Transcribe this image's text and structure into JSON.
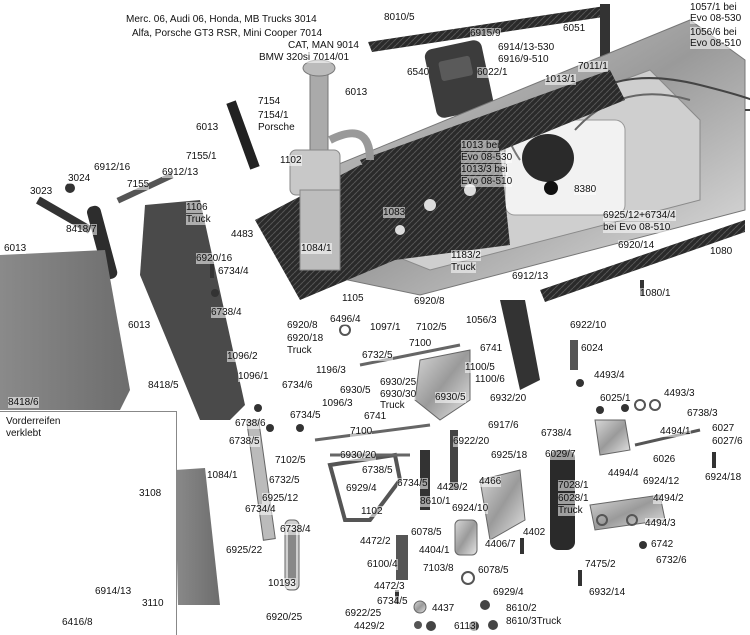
{
  "inset": {
    "title_line1": "Vorderreifen",
    "title_line2": "verklebt"
  },
  "parts": [
    {
      "id": "p8010_5",
      "text": "8010/5"
    },
    {
      "id": "p1057_1",
      "text": "1057/1 bei"
    },
    {
      "id": "p1057_1b",
      "text": "Evo 08-530"
    },
    {
      "id": "p1056_6",
      "text": "1056/6 bei"
    },
    {
      "id": "p1056_6b",
      "text": "Evo 08-510"
    },
    {
      "id": "pmerc",
      "text": "Merc. 06, Audi 06, Honda, MB Trucks 3014"
    },
    {
      "id": "palfa",
      "text": "Alfa, Porsche GT3 RSR, Mini Cooper 7014"
    },
    {
      "id": "pcat",
      "text": "CAT, MAN 9014"
    },
    {
      "id": "pbmw",
      "text": "BMW 320si 7014/01"
    },
    {
      "id": "p6915_9",
      "text": "6915/9"
    },
    {
      "id": "p6051",
      "text": "6051"
    },
    {
      "id": "p6914_13_530",
      "text": "6914/13-530"
    },
    {
      "id": "p6916_9_510",
      "text": "6916/9-510"
    },
    {
      "id": "p6540",
      "text": "6540"
    },
    {
      "id": "p6022_1",
      "text": "6022/1"
    },
    {
      "id": "p7011_1",
      "text": "7011/1"
    },
    {
      "id": "p1013_1",
      "text": "1013/1"
    },
    {
      "id": "p6013a",
      "text": "6013"
    },
    {
      "id": "p7154",
      "text": "7154"
    },
    {
      "id": "p7154_1",
      "text": "7154/1"
    },
    {
      "id": "pPorsche",
      "text": "Porsche"
    },
    {
      "id": "p6013b",
      "text": "6013"
    },
    {
      "id": "p7155_1",
      "text": "7155/1"
    },
    {
      "id": "p1102a",
      "text": "1102"
    },
    {
      "id": "p1013bei",
      "text": "1013 bei"
    },
    {
      "id": "pEvo530",
      "text": "Evo 08-530"
    },
    {
      "id": "p1013_3bei",
      "text": "1013/3 bei"
    },
    {
      "id": "pEvo510",
      "text": "Evo 08-510"
    },
    {
      "id": "p6912_16",
      "text": "6912/16"
    },
    {
      "id": "p3024",
      "text": "3024"
    },
    {
      "id": "p7155",
      "text": "7155"
    },
    {
      "id": "p6912_13a",
      "text": "6912/13"
    },
    {
      "id": "p3023",
      "text": "3023"
    },
    {
      "id": "p8380",
      "text": "8380"
    },
    {
      "id": "p1106",
      "text": "1106"
    },
    {
      "id": "pTruck1",
      "text": "Truck"
    },
    {
      "id": "p1083",
      "text": "1083"
    },
    {
      "id": "p8418_7",
      "text": "8418/7"
    },
    {
      "id": "p6925_12_6734_4",
      "text": "6925/12+6734/4"
    },
    {
      "id": "pbeiEvo510",
      "text": "bei Evo 08-510"
    },
    {
      "id": "p4483",
      "text": "4483"
    },
    {
      "id": "p1084_1a",
      "text": "1084/1"
    },
    {
      "id": "p6920_14",
      "text": "6920/14"
    },
    {
      "id": "p1080",
      "text": "1080"
    },
    {
      "id": "p6013c",
      "text": "6013"
    },
    {
      "id": "p6920_16",
      "text": "6920/16"
    },
    {
      "id": "p1183_2",
      "text": "1183/2"
    },
    {
      "id": "pTruck2",
      "text": "Truck"
    },
    {
      "id": "p6734_4a",
      "text": "6734/4"
    },
    {
      "id": "p6912_13b",
      "text": "6912/13"
    },
    {
      "id": "p1080_1",
      "text": "1080/1"
    },
    {
      "id": "p1105",
      "text": "1105"
    },
    {
      "id": "p6920_8a",
      "text": "6920/8"
    },
    {
      "id": "p6738_4a",
      "text": "6738/4"
    },
    {
      "id": "p6013d",
      "text": "6013"
    },
    {
      "id": "p6496_4",
      "text": "6496/4"
    },
    {
      "id": "p1097_1",
      "text": "1097/1"
    },
    {
      "id": "p7102_5a",
      "text": "7102/5"
    },
    {
      "id": "p1056_3",
      "text": "1056/3"
    },
    {
      "id": "p6922_10",
      "text": "6922/10"
    },
    {
      "id": "p6920_8b",
      "text": "6920/8"
    },
    {
      "id": "p6920_18",
      "text": "6920/18"
    },
    {
      "id": "pTruck3",
      "text": "Truck"
    },
    {
      "id": "p7100a",
      "text": "7100"
    },
    {
      "id": "p6741a",
      "text": "6741"
    },
    {
      "id": "p6024",
      "text": "6024"
    },
    {
      "id": "p1096_2",
      "text": "1096/2"
    },
    {
      "id": "p6732_5a",
      "text": "6732/5"
    },
    {
      "id": "p8418_5",
      "text": "8418/5"
    },
    {
      "id": "p1196_3",
      "text": "1196/3"
    },
    {
      "id": "p1100_5",
      "text": "1100/5"
    },
    {
      "id": "p1100_6",
      "text": "1100/6"
    },
    {
      "id": "p1096_1",
      "text": "1096/1"
    },
    {
      "id": "p6930_25",
      "text": "6930/25"
    },
    {
      "id": "p4493_4",
      "text": "4493/4"
    },
    {
      "id": "p6734_6",
      "text": "6734/6"
    },
    {
      "id": "p6930_5a",
      "text": "6930/5"
    },
    {
      "id": "p6930_30",
      "text": "6930/30"
    },
    {
      "id": "pTruck4",
      "text": "Truck"
    },
    {
      "id": "p6930_5b",
      "text": "6930/5"
    },
    {
      "id": "p4493_3",
      "text": "4493/3"
    },
    {
      "id": "p8418_6",
      "text": "8418/6"
    },
    {
      "id": "p1096_3",
      "text": "1096/3"
    },
    {
      "id": "p6932_20",
      "text": "6932/20"
    },
    {
      "id": "p6025_1",
      "text": "6025/1"
    },
    {
      "id": "p6738_6",
      "text": "6738/6"
    },
    {
      "id": "p6734_5a",
      "text": "6734/5"
    },
    {
      "id": "p6741b",
      "text": "6741"
    },
    {
      "id": "p6738_3",
      "text": "6738/3"
    },
    {
      "id": "p6027",
      "text": "6027"
    },
    {
      "id": "p7100b",
      "text": "7100"
    },
    {
      "id": "p6917_6",
      "text": "6917/6"
    },
    {
      "id": "p6738_4b",
      "text": "6738/4"
    },
    {
      "id": "p4494_1",
      "text": "4494/1"
    },
    {
      "id": "p6027_6",
      "text": "6027/6"
    },
    {
      "id": "p6738_5a",
      "text": "6738/5"
    },
    {
      "id": "p6922_20",
      "text": "6922/20"
    },
    {
      "id": "p6930_20",
      "text": "6930/20"
    },
    {
      "id": "p6925_18",
      "text": "6925/18"
    },
    {
      "id": "p6029_7",
      "text": "6029/7"
    },
    {
      "id": "p6026",
      "text": "6026"
    },
    {
      "id": "p7102_5b",
      "text": "7102/5"
    },
    {
      "id": "p6738_5b",
      "text": "6738/5"
    },
    {
      "id": "p1084_1b",
      "text": "1084/1"
    },
    {
      "id": "p4494_4",
      "text": "4494/4"
    },
    {
      "id": "p6924_12",
      "text": "6924/12"
    },
    {
      "id": "p6924_18",
      "text": "6924/18"
    },
    {
      "id": "p6732_5b",
      "text": "6732/5"
    },
    {
      "id": "p6929_4a",
      "text": "6929/4"
    },
    {
      "id": "p6734_5b",
      "text": "6734/5"
    },
    {
      "id": "p4466",
      "text": "4466"
    },
    {
      "id": "p4429_2a",
      "text": "4429/2"
    },
    {
      "id": "p7028_1",
      "text": "7028/1"
    },
    {
      "id": "p6028_1",
      "text": "6028/1"
    },
    {
      "id": "pTruck5",
      "text": "Truck"
    },
    {
      "id": "p4494_2",
      "text": "4494/2"
    },
    {
      "id": "p3108",
      "text": "3108"
    },
    {
      "id": "p6925_12",
      "text": "6925/12"
    },
    {
      "id": "p8610_1",
      "text": "8610/1"
    },
    {
      "id": "p6734_4b",
      "text": "6734/4"
    },
    {
      "id": "p1102b",
      "text": "1102"
    },
    {
      "id": "p6924_10",
      "text": "6924/10"
    },
    {
      "id": "p4494_3",
      "text": "4494/3"
    },
    {
      "id": "p6738_4c",
      "text": "6738/4"
    },
    {
      "id": "p6078_5a",
      "text": "6078/5"
    },
    {
      "id": "p4402",
      "text": "4402"
    },
    {
      "id": "p4472_2",
      "text": "4472/2"
    },
    {
      "id": "p4406_7",
      "text": "4406/7"
    },
    {
      "id": "p6742",
      "text": "6742"
    },
    {
      "id": "p6925_22",
      "text": "6925/22"
    },
    {
      "id": "p4404_1",
      "text": "4404/1"
    },
    {
      "id": "p6732_6",
      "text": "6732/6"
    },
    {
      "id": "p6100_4",
      "text": "6100/4"
    },
    {
      "id": "p7475_2",
      "text": "7475/2"
    },
    {
      "id": "p10193",
      "text": "10193"
    },
    {
      "id": "p7103_8",
      "text": "7103/8"
    },
    {
      "id": "p6078_5b",
      "text": "6078/5"
    },
    {
      "id": "p6914_13",
      "text": "6914/13"
    },
    {
      "id": "p3110",
      "text": "3110"
    },
    {
      "id": "p4472_3",
      "text": "4472/3"
    },
    {
      "id": "p6932_14",
      "text": "6932/14"
    },
    {
      "id": "p6929_4b",
      "text": "6929/4"
    },
    {
      "id": "p6734_5c",
      "text": "6734/5"
    },
    {
      "id": "p6416_8",
      "text": "6416/8"
    },
    {
      "id": "p4437",
      "text": "4437"
    },
    {
      "id": "p8610_2",
      "text": "8610/2"
    },
    {
      "id": "p6922_25",
      "text": "6922/25"
    },
    {
      "id": "p6920_25",
      "text": "6920/25"
    },
    {
      "id": "p8610_3",
      "text": "8610/3Truck"
    },
    {
      "id": "p4429_2b",
      "text": "4429/2"
    },
    {
      "id": "p6113",
      "text": "6113"
    }
  ]
}
